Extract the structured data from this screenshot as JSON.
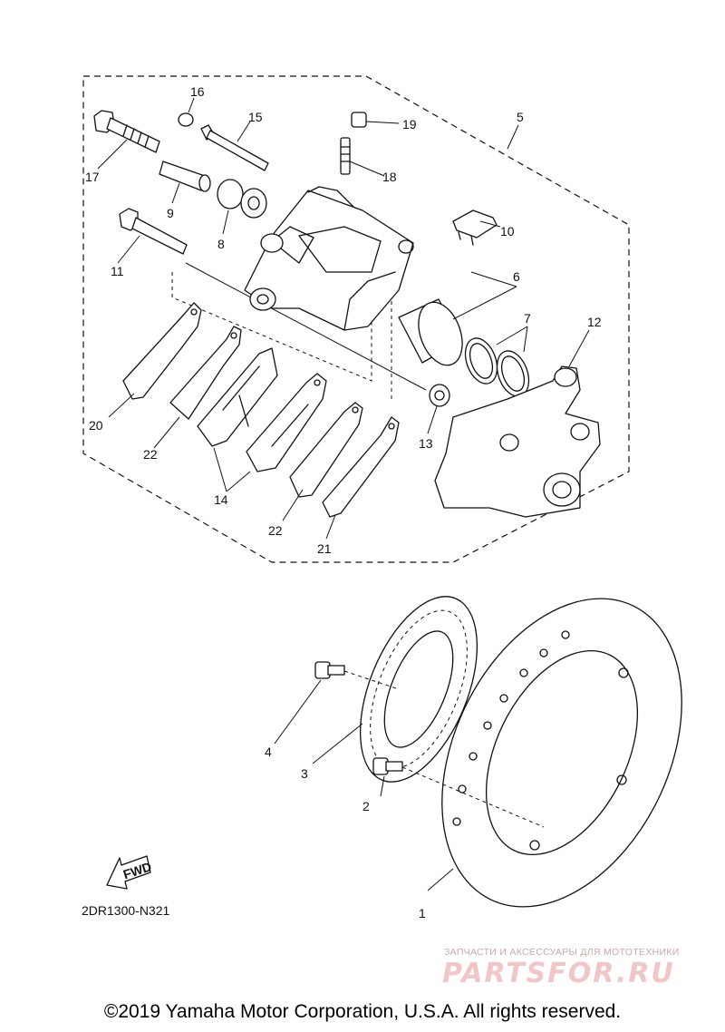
{
  "parts": {
    "p1": "1",
    "p2": "2",
    "p3": "3",
    "p4": "4",
    "p5": "5",
    "p6": "6",
    "p7": "7",
    "p8": "8",
    "p9": "9",
    "p10": "10",
    "p11": "11",
    "p12": "12",
    "p13": "13",
    "p14": "14",
    "p15": "15",
    "p16": "16",
    "p17": "17",
    "p18": "18",
    "p19": "19",
    "p20": "20",
    "p21": "21",
    "p22a": "22",
    "p22b": "22"
  },
  "fwd_arrow": "FWD",
  "diagram_code": "2DR1300-N321",
  "watermark": {
    "tagline": "ЗАПЧАСТИ И АКСЕССУАРЫ ДЛЯ МОТОТЕХНИКИ",
    "logo": "PARTSFOR.RU"
  },
  "copyright": "©2019 Yamaha Motor Corporation, U.S.A. All rights reserved."
}
